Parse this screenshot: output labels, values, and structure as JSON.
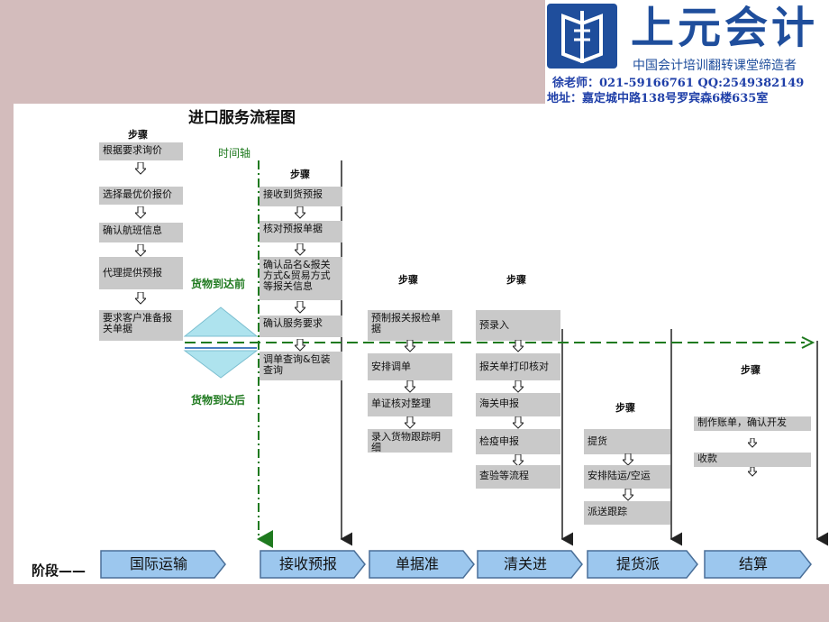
{
  "header": {
    "brand_name": "上元会计",
    "slogan": "中国会计培训翻转课堂缔造者",
    "contact": "徐老师：021-59166761  QQ:2549382149",
    "address": "地址：嘉定城中路138号罗宾森6楼635室"
  },
  "diagram": {
    "title": "进口服务流程图",
    "timeline_label": "时间轴",
    "goods_before": "货物到达前",
    "goods_after": "货物到达后",
    "step_header": "步骤",
    "stage_prefix": "阶段——",
    "columns": [
      {
        "steps": [
          "根据要求询价",
          "选择最优价报价",
          "确认航班信息",
          "代理提供预报",
          "要求客户准备报关单据"
        ]
      },
      {
        "steps": [
          "接收到货预报",
          "核对预报单据",
          "确认品名&报关方式&贸易方式等报关信息",
          "确认服务要求",
          "调单查询&包装查询"
        ]
      },
      {
        "steps": [
          "预制报关报检单据",
          "安排调单",
          "单证核对整理",
          "录入货物跟踪明细"
        ]
      },
      {
        "steps": [
          "预录入",
          "报关单打印核对",
          "海关申报",
          "检疫申报",
          "查验等流程"
        ]
      },
      {
        "steps": [
          "提货",
          "安排陆运/空运",
          "派送跟踪"
        ]
      },
      {
        "steps": [
          "制作账单，确认开发",
          "收款"
        ]
      }
    ],
    "stages": [
      "国际运输",
      "接收预报",
      "单据准",
      "清关进",
      "提货派",
      "结算"
    ]
  },
  "colors": {
    "background": "#d3bcbc",
    "brand_blue": "#1f4e9c",
    "step_box": "#c9c9c9",
    "stage_fill": "#9cc7ee",
    "timeline_green": "#1f7a1f",
    "triangle_fill": "#aee3ee"
  }
}
